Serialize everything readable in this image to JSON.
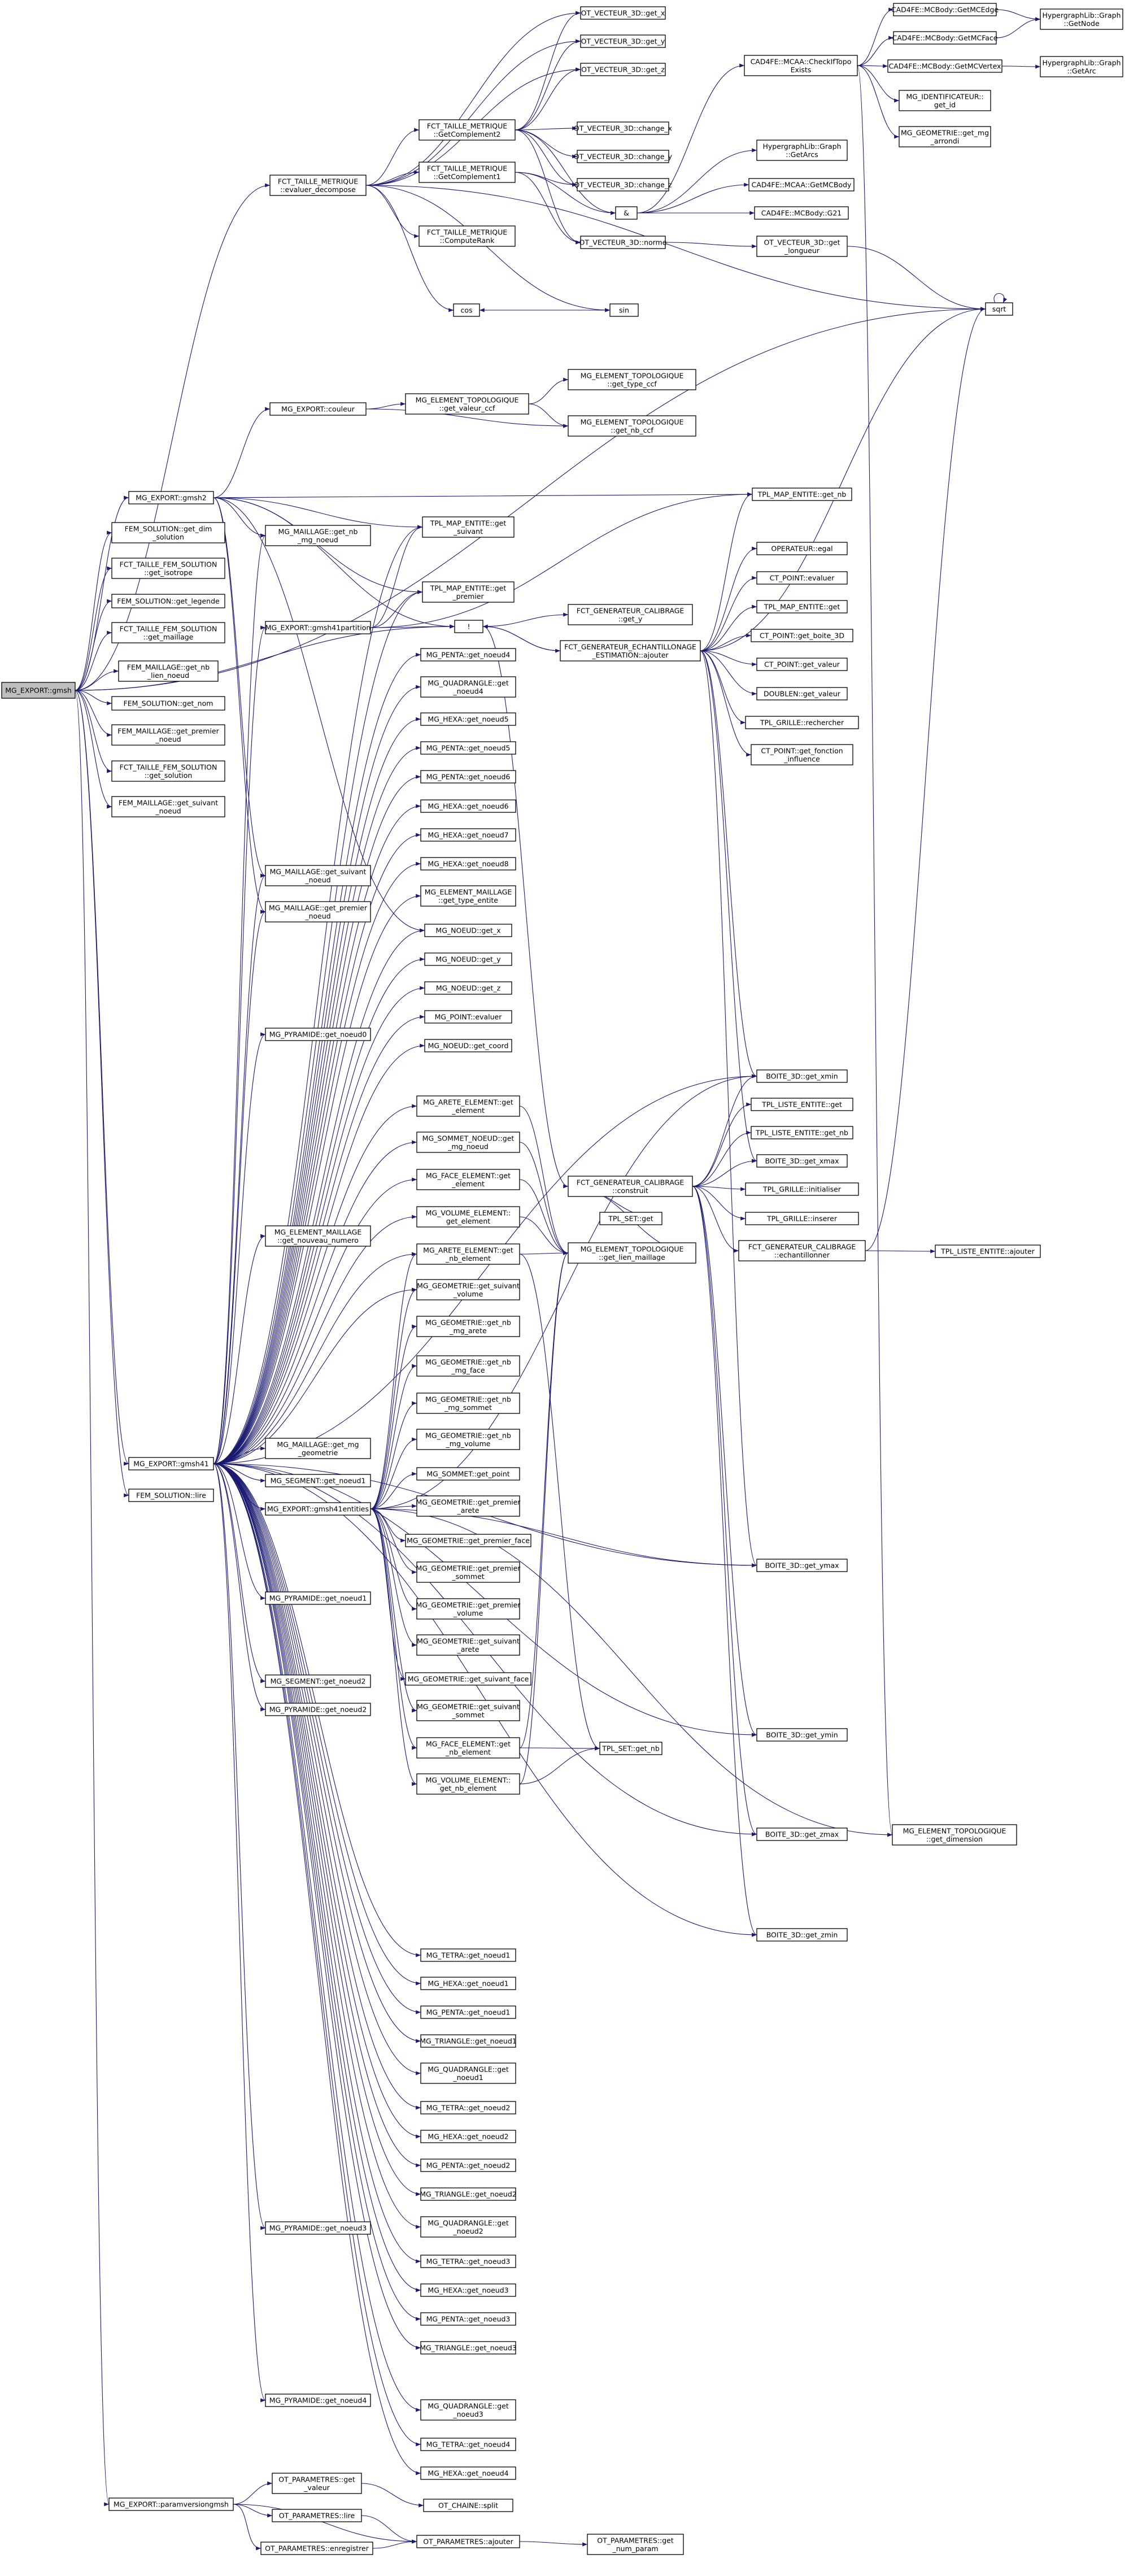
{
  "graph": {
    "root": "MG_EXPORT::gmsh",
    "colors": {
      "edge": "#191970",
      "node_border": "#000000",
      "node_fill": "#ffffff",
      "root_fill": "#bfbfbf"
    },
    "nodes": [
      {
        "id": "root",
        "lines": [
          "MG_EXPORT::gmsh"
        ],
        "root": true
      },
      {
        "id": "n_cent",
        "lines": [
          "MG_EXPORT::gmsh2"
        ]
      },
      {
        "id": "n_fem_dim",
        "lines": [
          "FEM_SOLUTION::get_dim",
          "_solution"
        ]
      },
      {
        "id": "n_fct_iso",
        "lines": [
          "FCT_TAILLE_FEM_SOLUTION",
          "::get_isotrope"
        ]
      },
      {
        "id": "n_fem_leg",
        "lines": [
          "FEM_SOLUTION::get_legende"
        ]
      },
      {
        "id": "n_fct_mail",
        "lines": [
          "FCT_TAILLE_FEM_SOLUTION",
          "::get_maillage"
        ]
      },
      {
        "id": "n_fem_nb",
        "lines": [
          "FEM_MAILLAGE::get_nb",
          "_lien_noeud"
        ]
      },
      {
        "id": "n_fem_nom",
        "lines": [
          "FEM_SOLUTION::get_nom"
        ]
      },
      {
        "id": "n_fem_prem",
        "lines": [
          "FEM_MAILLAGE::get_premier",
          "_noeud"
        ]
      },
      {
        "id": "n_fct_sol",
        "lines": [
          "FCT_TAILLE_FEM_SOLUTION",
          "::get_solution"
        ]
      },
      {
        "id": "n_fem_suiv",
        "lines": [
          "FEM_MAILLAGE::get_suivant",
          "_noeud"
        ]
      },
      {
        "id": "n_gmsh41",
        "lines": [
          "MG_EXPORT::gmsh41"
        ]
      },
      {
        "id": "n_fem_lire",
        "lines": [
          "FEM_SOLUTION::lire"
        ]
      },
      {
        "id": "n_param",
        "lines": [
          "MG_EXPORT::paramversiongmsh"
        ]
      },
      {
        "id": "n_fct_eval",
        "lines": [
          "FCT_TAILLE_METRIQUE",
          "::evaluer_decompose"
        ]
      },
      {
        "id": "n_couleur",
        "lines": [
          "MG_EXPORT::couleur"
        ]
      },
      {
        "id": "n_mail_nb",
        "lines": [
          "MG_MAILLAGE::get_nb",
          "_mg_noeud"
        ]
      },
      {
        "id": "n_partition",
        "lines": [
          "MG_EXPORT::gmsh41partition"
        ]
      },
      {
        "id": "n_mail_suiv",
        "lines": [
          "MG_MAILLAGE::get_suivant",
          "_noeud"
        ]
      },
      {
        "id": "n_mail_prem",
        "lines": [
          "MG_MAILLAGE::get_premier",
          "_noeud"
        ]
      },
      {
        "id": "n_pyr0",
        "lines": [
          "MG_PYRAMIDE::get_noeud0"
        ]
      },
      {
        "id": "n_elem_num",
        "lines": [
          "MG_ELEMENT_MAILLAGE",
          "::get_nouveau_numero"
        ]
      },
      {
        "id": "n_mail_geo",
        "lines": [
          "MG_MAILLAGE::get_mg",
          "_geometrie"
        ]
      },
      {
        "id": "n_seg1",
        "lines": [
          "MG_SEGMENT::get_noeud1"
        ]
      },
      {
        "id": "n_entities",
        "lines": [
          "MG_EXPORT::gmsh41entities"
        ]
      },
      {
        "id": "n_pyr1",
        "lines": [
          "MG_PYRAMIDE::get_noeud1"
        ]
      },
      {
        "id": "n_seg2",
        "lines": [
          "MG_SEGMENT::get_noeud2"
        ]
      },
      {
        "id": "n_pyr2",
        "lines": [
          "MG_PYRAMIDE::get_noeud2"
        ]
      },
      {
        "id": "n_pyr3",
        "lines": [
          "MG_PYRAMIDE::get_noeud3"
        ]
      },
      {
        "id": "n_pyr4",
        "lines": [
          "MG_PYRAMIDE::get_noeud4"
        ]
      },
      {
        "id": "n_otp_val",
        "lines": [
          "OT_PARAMETRES::get",
          "_valeur"
        ]
      },
      {
        "id": "n_otp_lire",
        "lines": [
          "OT_PARAMETRES::lire"
        ]
      },
      {
        "id": "n_otp_enr",
        "lines": [
          "OT_PARAMETRES::enregistrer"
        ]
      },
      {
        "id": "n_fct_comp2",
        "lines": [
          "FCT_TAILLE_METRIQUE",
          "::GetComplement2"
        ]
      },
      {
        "id": "n_fct_comp1",
        "lines": [
          "FCT_TAILLE_METRIQUE",
          "::GetComplement1"
        ]
      },
      {
        "id": "n_fct_rank",
        "lines": [
          "FCT_TAILLE_METRIQUE",
          "::ComputeRank"
        ]
      },
      {
        "id": "n_cos",
        "lines": [
          "cos"
        ]
      },
      {
        "id": "n_topo_ccf",
        "lines": [
          "MG_ELEMENT_TOPOLOGIQUE",
          "::get_valeur_ccf"
        ]
      },
      {
        "id": "n_tpl_suiv",
        "lines": [
          "TPL_MAP_ENTITE::get",
          "_suivant"
        ]
      },
      {
        "id": "n_tpl_prem",
        "lines": [
          "TPL_MAP_ENTITE::get",
          "_premier"
        ]
      },
      {
        "id": "n_inv",
        "lines": [
          "!"
        ]
      },
      {
        "id": "n_penta4",
        "lines": [
          "MG_PENTA::get_noeud4"
        ]
      },
      {
        "id": "n_quad4",
        "lines": [
          "MG_QUADRANGLE::get",
          "_noeud4"
        ]
      },
      {
        "id": "n_hexa5",
        "lines": [
          "MG_HEXA::get_noeud5"
        ]
      },
      {
        "id": "n_penta5",
        "lines": [
          "MG_PENTA::get_noeud5"
        ]
      },
      {
        "id": "n_penta6",
        "lines": [
          "MG_PENTA::get_noeud6"
        ]
      },
      {
        "id": "n_hexa6",
        "lines": [
          "MG_HEXA::get_noeud6"
        ]
      },
      {
        "id": "n_hexa7",
        "lines": [
          "MG_HEXA::get_noeud7"
        ]
      },
      {
        "id": "n_hexa8",
        "lines": [
          "MG_HEXA::get_noeud8"
        ]
      },
      {
        "id": "n_elem_type",
        "lines": [
          "MG_ELEMENT_MAILLAGE",
          "::get_type_entite"
        ]
      },
      {
        "id": "n_nx",
        "lines": [
          "MG_NOEUD::get_x"
        ]
      },
      {
        "id": "n_ny",
        "lines": [
          "MG_NOEUD::get_y"
        ]
      },
      {
        "id": "n_nz",
        "lines": [
          "MG_NOEUD::get_z"
        ]
      },
      {
        "id": "n_point_eval",
        "lines": [
          "MG_POINT::evaluer"
        ]
      },
      {
        "id": "n_ncoord",
        "lines": [
          "MG_NOEUD::get_coord"
        ]
      },
      {
        "id": "n_arete_get",
        "lines": [
          "MG_ARETE_ELEMENT::get",
          "_element"
        ]
      },
      {
        "id": "n_som_get",
        "lines": [
          "MG_SOMMET_NOEUD::get",
          "_mg_noeud"
        ]
      },
      {
        "id": "n_face_get",
        "lines": [
          "MG_FACE_ELEMENT::get",
          "_element"
        ]
      },
      {
        "id": "n_vol_get",
        "lines": [
          "MG_VOLUME_ELEMENT::",
          "get_element"
        ]
      },
      {
        "id": "n_arete_nb",
        "lines": [
          "MG_ARETE_ELEMENT::get",
          "_nb_element"
        ]
      },
      {
        "id": "n_geo_suiv_vol",
        "lines": [
          "MG_GEOMETRIE::get_suivant",
          "_volume"
        ]
      },
      {
        "id": "n_geo_nb_ar",
        "lines": [
          "MG_GEOMETRIE::get_nb",
          "_mg_arete"
        ]
      },
      {
        "id": "n_geo_nb_fa",
        "lines": [
          "MG_GEOMETRIE::get_nb",
          "_mg_face"
        ]
      },
      {
        "id": "n_geo_nb_so",
        "lines": [
          "MG_GEOMETRIE::get_nb",
          "_mg_sommet"
        ]
      },
      {
        "id": "n_geo_nb_vo",
        "lines": [
          "MG_GEOMETRIE::get_nb",
          "_mg_volume"
        ]
      },
      {
        "id": "n_som_point",
        "lines": [
          "MG_SOMMET::get_point"
        ]
      },
      {
        "id": "n_geo_prem_ar",
        "lines": [
          "MG_GEOMETRIE::get_premier",
          "_arete"
        ]
      },
      {
        "id": "n_geo_prem_fa",
        "lines": [
          "MG_GEOMETRIE::get_premier_face"
        ]
      },
      {
        "id": "n_geo_prem_so",
        "lines": [
          "MG_GEOMETRIE::get_premier",
          "_sommet"
        ]
      },
      {
        "id": "n_geo_prem_vo",
        "lines": [
          "MG_GEOMETRIE::get_premier",
          "_volume"
        ]
      },
      {
        "id": "n_geo_suiv_ar",
        "lines": [
          "MG_GEOMETRIE::get_suivant",
          "_arete"
        ]
      },
      {
        "id": "n_geo_suiv_fa",
        "lines": [
          "MG_GEOMETRIE::get_suivant_face"
        ]
      },
      {
        "id": "n_geo_suiv_so",
        "lines": [
          "MG_GEOMETRIE::get_suivant",
          "_sommet"
        ]
      },
      {
        "id": "n_face_nb",
        "lines": [
          "MG_FACE_ELEMENT::get",
          "_nb_element"
        ]
      },
      {
        "id": "n_vol_nb",
        "lines": [
          "MG_VOLUME_ELEMENT::",
          "get_nb_element"
        ]
      },
      {
        "id": "n_tetra1",
        "lines": [
          "MG_TETRA::get_noeud1"
        ]
      },
      {
        "id": "n_hexa1",
        "lines": [
          "MG_HEXA::get_noeud1"
        ]
      },
      {
        "id": "n_penta1",
        "lines": [
          "MG_PENTA::get_noeud1"
        ]
      },
      {
        "id": "n_tri1",
        "lines": [
          "MG_TRIANGLE::get_noeud1"
        ]
      },
      {
        "id": "n_quad1",
        "lines": [
          "MG_QUADRANGLE::get",
          "_noeud1"
        ]
      },
      {
        "id": "n_tetra2",
        "lines": [
          "MG_TETRA::get_noeud2"
        ]
      },
      {
        "id": "n_hexa2",
        "lines": [
          "MG_HEXA::get_noeud2"
        ]
      },
      {
        "id": "n_penta2",
        "lines": [
          "MG_PENTA::get_noeud2"
        ]
      },
      {
        "id": "n_tri2",
        "lines": [
          "MG_TRIANGLE::get_noeud2"
        ]
      },
      {
        "id": "n_quad2",
        "lines": [
          "MG_QUADRANGLE::get",
          "_noeud2"
        ]
      },
      {
        "id": "n_tetra3",
        "lines": [
          "MG_TETRA::get_noeud3"
        ]
      },
      {
        "id": "n_hexa3",
        "lines": [
          "MG_HEXA::get_noeud3"
        ]
      },
      {
        "id": "n_penta3",
        "lines": [
          "MG_PENTA::get_noeud3"
        ]
      },
      {
        "id": "n_tri3",
        "lines": [
          "MG_TRIANGLE::get_noeud3"
        ]
      },
      {
        "id": "n_quad3",
        "lines": [
          "MG_QUADRANGLE::get",
          "_noeud3"
        ]
      },
      {
        "id": "n_tetra4",
        "lines": [
          "MG_TETRA::get_noeud4"
        ]
      },
      {
        "id": "n_hexa4",
        "lines": [
          "MG_HEXA::get_noeud4"
        ]
      },
      {
        "id": "n_chaine_split",
        "lines": [
          "OT_CHAINE::split"
        ]
      },
      {
        "id": "n_otp_ajouter",
        "lines": [
          "OT_PARAMETRES::ajouter"
        ]
      },
      {
        "id": "n_vx",
        "lines": [
          "OT_VECTEUR_3D::get_x"
        ]
      },
      {
        "id": "n_vy",
        "lines": [
          "OT_VECTEUR_3D::get_y"
        ]
      },
      {
        "id": "n_vz",
        "lines": [
          "OT_VECTEUR_3D::get_z"
        ]
      },
      {
        "id": "n_chx",
        "lines": [
          "OT_VECTEUR_3D::change_x"
        ]
      },
      {
        "id": "n_chy",
        "lines": [
          "OT_VECTEUR_3D::change_y"
        ]
      },
      {
        "id": "n_chz",
        "lines": [
          "OT_VECTEUR_3D::change_z"
        ]
      },
      {
        "id": "n_wedge",
        "lines": [
          "&"
        ]
      },
      {
        "id": "n_norme",
        "lines": [
          "OT_VECTEUR_3D::norme"
        ]
      },
      {
        "id": "n_sin",
        "lines": [
          "sin"
        ]
      },
      {
        "id": "n_topo_type",
        "lines": [
          "MG_ELEMENT_TOPOLOGIQUE",
          "::get_type_ccf"
        ]
      },
      {
        "id": "n_topo_nb",
        "lines": [
          "MG_ELEMENT_TOPOLOGIQUE",
          "::get_nb_ccf"
        ]
      },
      {
        "id": "n_gen_cal_gety",
        "lines": [
          "FCT_GENERATEUR_CALIBRAGE",
          "::get_y"
        ]
      },
      {
        "id": "n_gen_ech",
        "lines": [
          "FCT_GENERATEUR_ECHANTILLONAGE",
          "_ESTIMATION::ajouter"
        ]
      },
      {
        "id": "n_gen_cal_cons",
        "lines": [
          "FCT_GENERATEUR_CALIBRAGE",
          "::construit"
        ]
      },
      {
        "id": "n_tpl_set_get",
        "lines": [
          "TPL_SET::get"
        ]
      },
      {
        "id": "n_topo_lien",
        "lines": [
          "MG_ELEMENT_TOPOLOGIQUE",
          "::get_lien_maillage"
        ]
      },
      {
        "id": "n_tpl_set_nb",
        "lines": [
          "TPL_SET::get_nb"
        ]
      },
      {
        "id": "n_otp_numparam",
        "lines": [
          "OT_PARAMETRES::get",
          "_num_param"
        ]
      },
      {
        "id": "n_cad_check",
        "lines": [
          "CAD4FE::MCAA::CheckIfTopo",
          "Exists"
        ]
      },
      {
        "id": "n_hg_arcs",
        "lines": [
          "HypergraphLib::Graph",
          "::GetArcs"
        ]
      },
      {
        "id": "n_cad_body",
        "lines": [
          "CAD4FE::MCAA::GetMCBody"
        ]
      },
      {
        "id": "n_cad_g21",
        "lines": [
          "CAD4FE::MCBody::G21"
        ]
      },
      {
        "id": "n_ot_long",
        "lines": [
          "OT_VECTEUR_3D::get",
          "_longueur"
        ]
      },
      {
        "id": "n_tpl_nb",
        "lines": [
          "TPL_MAP_ENTITE::get_nb"
        ]
      },
      {
        "id": "n_oper",
        "lines": [
          "OPERATEUR::egal"
        ]
      },
      {
        "id": "n_ctp_eval",
        "lines": [
          "CT_POINT::evaluer"
        ]
      },
      {
        "id": "n_tpl_get",
        "lines": [
          "TPL_MAP_ENTITE::get"
        ]
      },
      {
        "id": "n_ctp_boite",
        "lines": [
          "CT_POINT::get_boite_3D"
        ]
      },
      {
        "id": "n_ctp_val",
        "lines": [
          "CT_POINT::get_valeur"
        ]
      },
      {
        "id": "n_doublen",
        "lines": [
          "DOUBLEN::get_valeur"
        ]
      },
      {
        "id": "n_grille_rech",
        "lines": [
          "TPL_GRILLE::rechercher"
        ]
      },
      {
        "id": "n_ctp_fonc",
        "lines": [
          "CT_POINT::get_fonction",
          "_influence"
        ]
      },
      {
        "id": "n_boite_xmin",
        "lines": [
          "BOITE_3D::get_xmin"
        ]
      },
      {
        "id": "n_liste_get",
        "lines": [
          "TPL_LISTE_ENTITE::get"
        ]
      },
      {
        "id": "n_liste_nb",
        "lines": [
          "TPL_LISTE_ENTITE::get_nb"
        ]
      },
      {
        "id": "n_boite_xmax",
        "lines": [
          "BOITE_3D::get_xmax"
        ]
      },
      {
        "id": "n_grille_init",
        "lines": [
          "TPL_GRILLE::initialiser"
        ]
      },
      {
        "id": "n_grille_ins",
        "lines": [
          "TPL_GRILLE::inserer"
        ]
      },
      {
        "id": "n_gen_cal_ech",
        "lines": [
          "FCT_GENERATEUR_CALIBRAGE",
          "::echantillonner"
        ]
      },
      {
        "id": "n_boite_ymax",
        "lines": [
          "BOITE_3D::get_ymax"
        ]
      },
      {
        "id": "n_boite_ymin",
        "lines": [
          "BOITE_3D::get_ymin"
        ]
      },
      {
        "id": "n_boite_zmax",
        "lines": [
          "BOITE_3D::get_zmax"
        ]
      },
      {
        "id": "n_boite_zmin",
        "lines": [
          "BOITE_3D::get_zmin"
        ]
      },
      {
        "id": "n_cad_edge",
        "lines": [
          "CAD4FE::MCBody::GetMCEdge"
        ]
      },
      {
        "id": "n_cad_face",
        "lines": [
          "CAD4FE::MCBody::GetMCFace"
        ]
      },
      {
        "id": "n_cad_vertex",
        "lines": [
          "CAD4FE::MCBody::GetMCVertex"
        ]
      },
      {
        "id": "n_ident",
        "lines": [
          "MG_IDENTIFICATEUR::",
          "get_id"
        ]
      },
      {
        "id": "n_geo_arrondi",
        "lines": [
          "MG_GEOMETRIE::get_mg",
          "_arrondi"
        ]
      },
      {
        "id": "n_sqrt",
        "lines": [
          "sqrt"
        ]
      },
      {
        "id": "n_liste_ajouter",
        "lines": [
          "TPL_LISTE_ENTITE::ajouter"
        ]
      },
      {
        "id": "n_topo_dim",
        "lines": [
          "MG_ELEMENT_TOPOLOGIQUE",
          "::get_dimension"
        ]
      },
      {
        "id": "n_hg_node",
        "lines": [
          "HypergraphLib::Graph",
          "::GetNode"
        ]
      },
      {
        "id": "n_hg_arc",
        "lines": [
          "HypergraphLib::Graph",
          "::GetArc"
        ]
      }
    ]
  }
}
